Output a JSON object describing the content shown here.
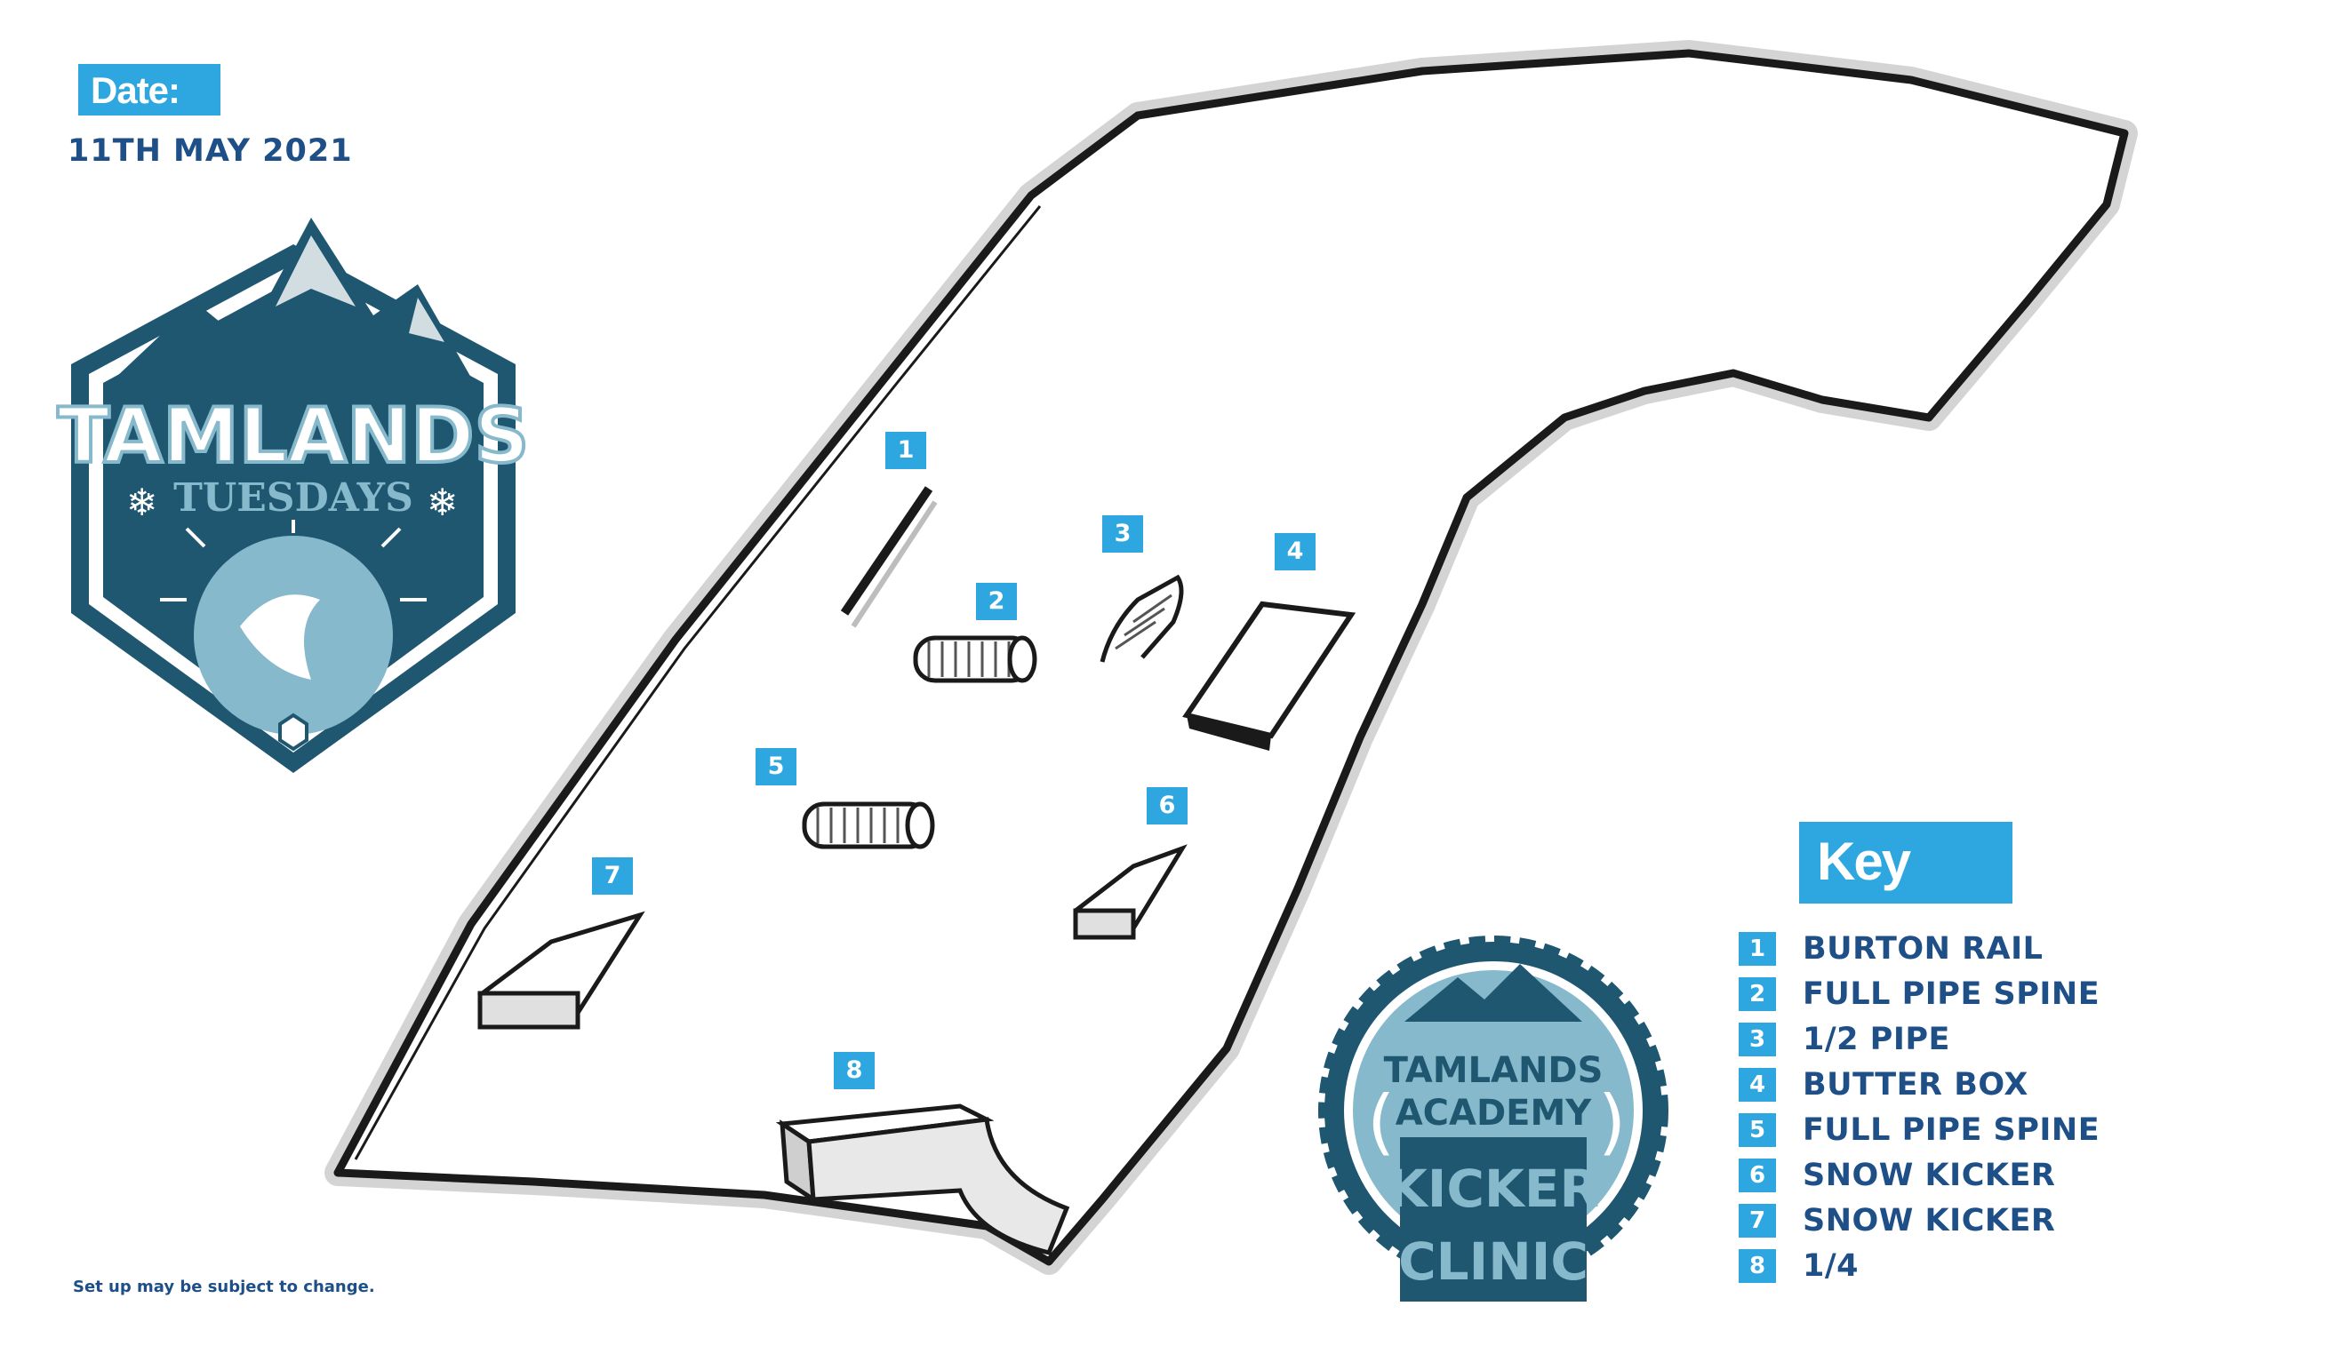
{
  "date": {
    "label": "Date:",
    "value": "11TH MAY 2021"
  },
  "logo_tuesdays": {
    "line1": "TAMLANDS",
    "line2": "TUESDAYS"
  },
  "logo_academy": {
    "line1": "TAMLANDS",
    "line2": "ACADEMY",
    "line3": "KICKER",
    "line4": "CLINIC"
  },
  "key": {
    "title": "Key",
    "items": [
      {
        "num": "1",
        "label": "BURTON RAIL"
      },
      {
        "num": "2",
        "label": "FULL PIPE SPINE"
      },
      {
        "num": "3",
        "label": "1/2 PIPE"
      },
      {
        "num": "4",
        "label": "BUTTER BOX"
      },
      {
        "num": "5",
        "label": "FULL PIPE SPINE"
      },
      {
        "num": "6",
        "label": "SNOW KICKER"
      },
      {
        "num": "7",
        "label": "SNOW KICKER"
      },
      {
        "num": "8",
        "label": "1/4"
      }
    ]
  },
  "disclaimer": "Set up may be subject to change.",
  "colors": {
    "accent": "#2ea7e0",
    "text": "#1e4f86",
    "logo_dark": "#1f5670",
    "logo_light": "#86b9cb"
  },
  "icons": [
    "snowflake-icon",
    "mountain-icon",
    "laurel-icon"
  ]
}
